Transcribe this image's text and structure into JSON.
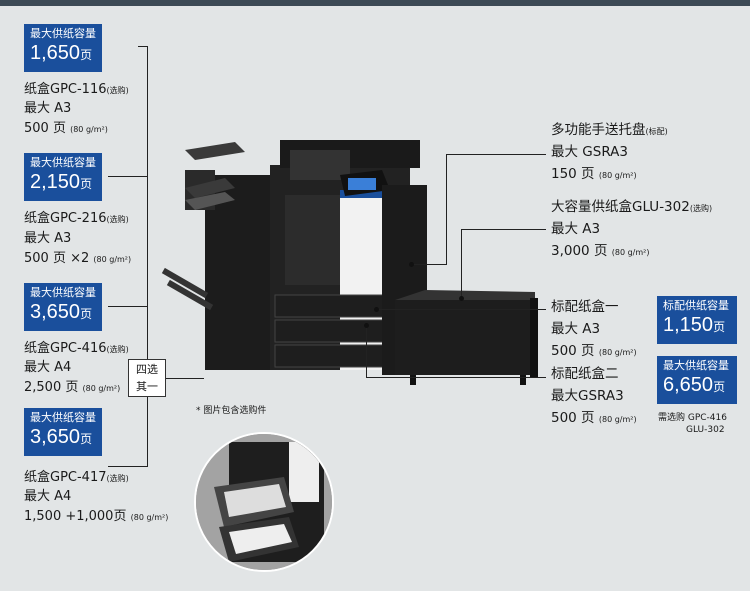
{
  "left": [
    {
      "badge_title": "最大供纸容量",
      "badge_value": "1,650",
      "badge_unit": "页",
      "name": "纸盒GPC-116",
      "option": "(选购)",
      "size": "最大 A3",
      "cap": "500 页",
      "paper": "(80 g/m²)"
    },
    {
      "badge_title": "最大供纸容量",
      "badge_value": "2,150",
      "badge_unit": "页",
      "name": "纸盒GPC-216",
      "option": "(选购)",
      "size": "最大 A3",
      "cap": "500 页 ×2",
      "paper": "(80 g/m²)"
    },
    {
      "badge_title": "最大供纸容量",
      "badge_value": "3,650",
      "badge_unit": "页",
      "name": "纸盒GPC-416",
      "option": "(选购)",
      "size": "最大 A4",
      "cap": "2,500 页",
      "paper": "(80 g/m²)"
    },
    {
      "badge_title": "最大供纸容量",
      "badge_value": "3,650",
      "badge_unit": "页",
      "name": "纸盒GPC-417",
      "option": "(选购)",
      "size": "最大 A4",
      "cap": "1,500 +1,000页",
      "paper": "(80 g/m²)"
    }
  ],
  "pick_label": [
    "四选",
    "其一"
  ],
  "note": "* 图片包含选购件",
  "right": [
    {
      "name": "多功能手送托盘",
      "option": "(标配)",
      "size": "最大 GSRA3",
      "cap": "150 页",
      "paper": "(80 g/m²)"
    },
    {
      "name": "大容量供纸盒GLU-302",
      "option": "(选购)",
      "size": "最大 A3",
      "cap": "3,000 页",
      "paper": "(80 g/m²)"
    },
    {
      "name": "标配纸盒一",
      "option": "",
      "size": "最大 A3",
      "cap": "500 页",
      "paper": "(80 g/m²)"
    },
    {
      "name": "标配纸盒二",
      "option": "",
      "size": "最大GSRA3",
      "cap": "500 页",
      "paper": "(80 g/m²)"
    }
  ],
  "right_badges": [
    {
      "title": "标配供纸容量",
      "value": "1,150",
      "unit": "页"
    },
    {
      "title": "最大供纸容量",
      "value": "6,650",
      "unit": "页"
    }
  ],
  "right_note": [
    "需选购 GPC-416",
    "GLU-302"
  ],
  "brand_color": "#1a4f9c",
  "icons": [
    "printer-image",
    "drawer-closeup-image"
  ]
}
